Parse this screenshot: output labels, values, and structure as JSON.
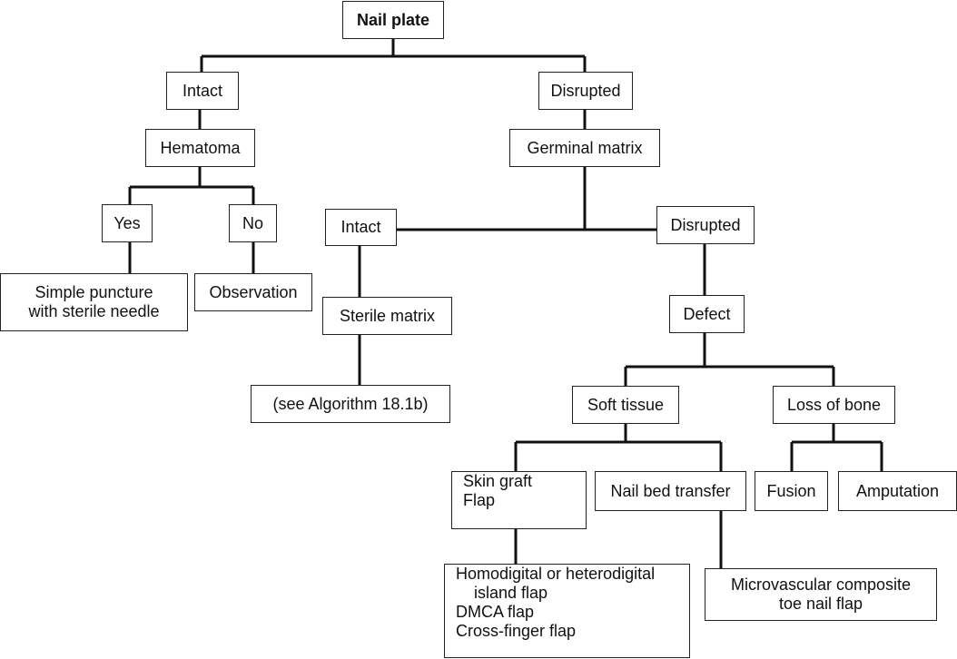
{
  "nodes": {
    "root": "Nail plate",
    "intact_plate": "Intact",
    "disrupted_plate": "Disrupted",
    "hematoma": "Hematoma",
    "germinal_matrix": "Germinal matrix",
    "yes": "Yes",
    "no": "No",
    "intact_germinal": "Intact",
    "disrupted_germinal": "Disrupted",
    "puncture": [
      "Simple puncture",
      "with sterile needle"
    ],
    "observation": "Observation",
    "sterile_matrix": "Sterile matrix",
    "defect": "Defect",
    "see_algorithm": "(see Algorithm 18.1b)",
    "soft_tissue": "Soft tissue",
    "loss_of_bone": "Loss of bone",
    "skin_graft": [
      "Skin graft",
      "Flap"
    ],
    "nail_bed_transfer": "Nail bed transfer",
    "fusion": "Fusion",
    "amputation": "Amputation",
    "flap_options": [
      "Homodigital or heterodigital",
      "island flap",
      "DMCA flap",
      "Cross-finger flap"
    ],
    "microvascular": [
      "Microvascular composite",
      "toe nail flap"
    ]
  }
}
